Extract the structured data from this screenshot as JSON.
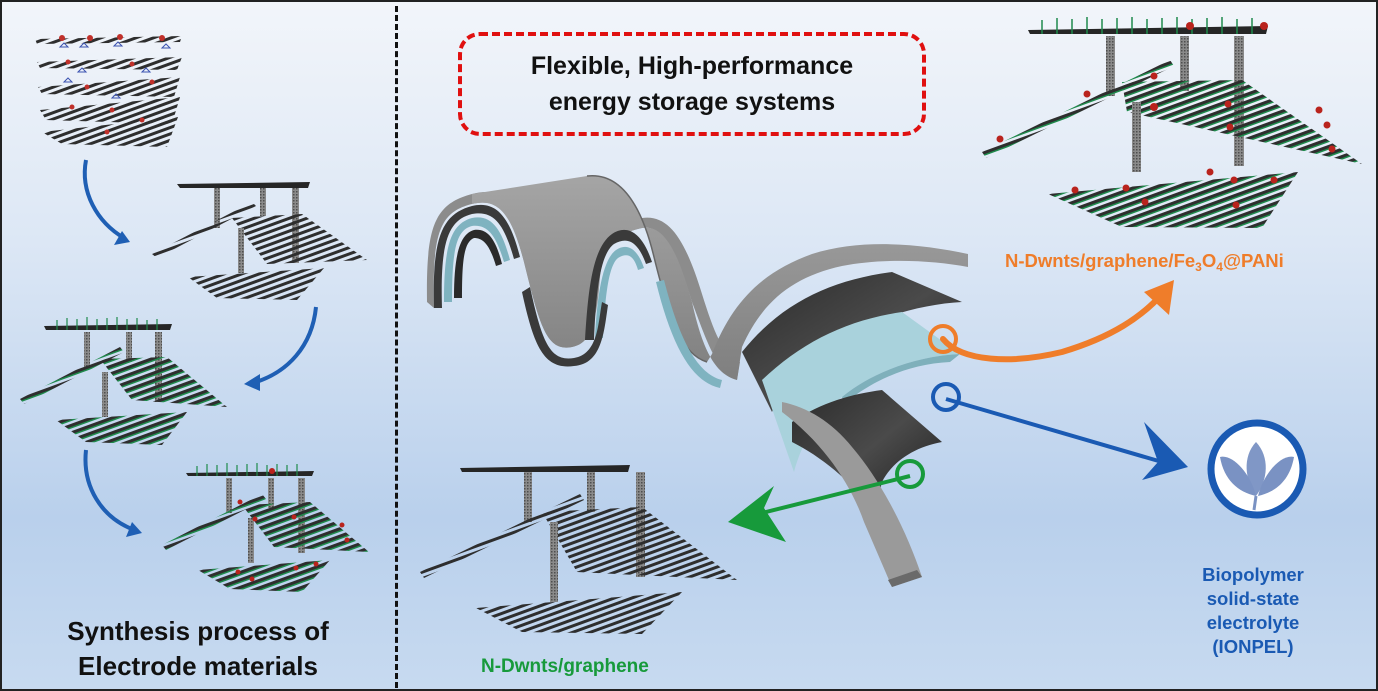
{
  "figure": {
    "title_box": {
      "line1": "Flexible, High-performance",
      "line2": "energy storage systems"
    },
    "left_panel": {
      "caption_line1": "Synthesis process of",
      "caption_line2": "Electrode materials",
      "steps": [
        "stacked-graphene-oxide-layers",
        "pillared-graphene-nanotube-framework",
        "polyaniline-coated-framework",
        "fe3o4-decorated-framework"
      ]
    },
    "labels": {
      "positive_electrode_prefix": "N-Dwnts/graphene/Fe",
      "positive_electrode_sub1": "3",
      "positive_electrode_mid": "O",
      "positive_electrode_sub2": "4",
      "positive_electrode_suffix": "@PANi",
      "negative_electrode": "N-Dwnts/graphene",
      "electrolyte_line1": "Biopolymer",
      "electrolyte_line2": "solid-state",
      "electrolyte_line3": "electrolyte",
      "electrolyte_line4": "(IONPEL)"
    },
    "colors": {
      "orange": "#ef7d2a",
      "blue": "#1a5ab3",
      "green": "#179a3b",
      "dash_red": "#e01010",
      "electrolyte_layer": "#a9d2dc"
    }
  }
}
